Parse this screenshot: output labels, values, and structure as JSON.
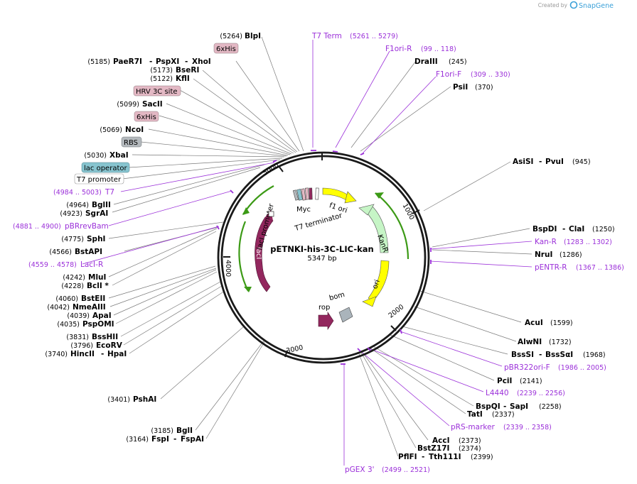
{
  "credit": {
    "created_by": "Created by",
    "brand": "SnapGene"
  },
  "map": {
    "name": "pETNKI-his-3C-LIC-kan",
    "size": "5347 bp",
    "ticks": [
      "1000",
      "2000",
      "3000",
      "4000",
      "5000"
    ]
  },
  "features": {
    "lacI": "lacI",
    "lacI_promoter": "lacI promoter",
    "kanR": "KanR",
    "ori": "ori",
    "rop": "rop",
    "bom": "bom",
    "f1_ori": "f1 ori",
    "myc": "Myc",
    "t7_terminator": "T7 terminator"
  },
  "boxed": {
    "his6_top": "6xHis",
    "hrv3c": "HRV 3C site",
    "his6_mid": "6xHis",
    "rbs": "RBS",
    "lac_operator": "lac operator",
    "t7_promoter": "T7 promoter"
  },
  "sites": {
    "blpi": {
      "pos": "(5264)",
      "name": "BlpI"
    },
    "paer7i": {
      "pos": "(5185)",
      "name": "PaeR7I",
      "dash": "-",
      "name2": "PspXI",
      "name3": "XhoI"
    },
    "bseri": {
      "pos": "(5173)",
      "name": "BseRI"
    },
    "kfli": {
      "pos": "(5122)",
      "name": "KflI"
    },
    "sacii": {
      "pos": "(5099)",
      "name": "SacII"
    },
    "ncoi": {
      "pos": "(5069)",
      "name": "NcoI"
    },
    "xbai": {
      "pos": "(5030)",
      "name": "XbaI"
    },
    "bglii": {
      "pos": "(4964)",
      "name": "BglII"
    },
    "sgrai": {
      "pos": "(4923)",
      "name": "SgrAI"
    },
    "sphi": {
      "pos": "(4775)",
      "name": "SphI"
    },
    "bstapi": {
      "pos": "(4566)",
      "name": "BstAPI"
    },
    "mlui": {
      "pos": "(4242)",
      "name": "MluI"
    },
    "bcli": {
      "pos": "(4228)",
      "name": "BclI *"
    },
    "bsteii": {
      "pos": "(4060)",
      "name": "BstEII"
    },
    "nmeaiii": {
      "pos": "(4042)",
      "name": "NmeAIII"
    },
    "apai": {
      "pos": "(4039)",
      "name": "ApaI"
    },
    "pspomi": {
      "pos": "(4035)",
      "name": "PspOMI"
    },
    "bsshii": {
      "pos": "(3831)",
      "name": "BssHII"
    },
    "ecorv": {
      "pos": "(3796)",
      "name": "EcoRV"
    },
    "hincii": {
      "pos": "(3740)",
      "name": "HincII",
      "dash": "-",
      "name2": "HpaI"
    },
    "pshai": {
      "pos": "(3401)",
      "name": "PshAI"
    },
    "bgli": {
      "pos": "(3185)",
      "name": "BglI"
    },
    "fspi": {
      "pos": "(3164)",
      "name": "FspI",
      "dash": "-",
      "name2": "FspAI"
    },
    "draiii": {
      "pos": "(245)",
      "name": "DraIII"
    },
    "psii": {
      "pos": "(370)",
      "name": "PsiI"
    },
    "asisi": {
      "pos": "(945)",
      "name": "AsiSI",
      "dash": "-",
      "name2": "PvuI"
    },
    "bspdi": {
      "pos": "(1250)",
      "name": "BspDI",
      "dash": "-",
      "name2": "ClaI"
    },
    "nrui": {
      "pos": "(1286)",
      "name": "NruI"
    },
    "acui": {
      "pos": "(1599)",
      "name": "AcuI"
    },
    "alwni": {
      "pos": "(1732)",
      "name": "AlwNI"
    },
    "bsssi": {
      "pos": "(1968)",
      "name": "BssSI",
      "dash": "-",
      "name2": "BssSαI"
    },
    "pcii": {
      "pos": "(2141)",
      "name": "PciI"
    },
    "bspqi": {
      "pos": "(2258)",
      "name": "BspQI",
      "dash": "-",
      "name2": "SapI"
    },
    "tati": {
      "pos": "(2337)",
      "name": "TatI"
    },
    "acci": {
      "pos": "(2373)",
      "name": "AccI"
    },
    "bstz17i": {
      "pos": "(2374)",
      "name": "BstZ17I"
    },
    "pflfi": {
      "pos": "(2399)",
      "name": "PflFI",
      "dash": "-",
      "name2": "Tth111I"
    }
  },
  "primers": {
    "t7term": {
      "name": "T7 Term",
      "range": "(5261 .. 5279)"
    },
    "f1orir": {
      "name": "F1ori-R",
      "range": "(99 .. 118)"
    },
    "f1orif": {
      "name": "F1ori-F",
      "range": "(309 .. 330)"
    },
    "t7": {
      "name": "T7",
      "range": "(4984 .. 5003)"
    },
    "pbrrev": {
      "name": "pBRrevBam",
      "range": "(4881 .. 4900)"
    },
    "laciR": {
      "name": "LacI-R",
      "range": "(4559 .. 4578)"
    },
    "kanr": {
      "name": "Kan-R",
      "range": "(1283 .. 1302)"
    },
    "pentr": {
      "name": "pENTR-R",
      "range": "(1367 .. 1386)"
    },
    "pbr322": {
      "name": "pBR322ori-F",
      "range": "(1986 .. 2005)"
    },
    "l4440": {
      "name": "L4440",
      "range": "(2239 .. 2256)"
    },
    "prs": {
      "name": "pRS-marker",
      "range": "(2339 .. 2358)"
    },
    "pgex3": {
      "name": "pGEX 3'",
      "range": "(2499 .. 2521)"
    }
  },
  "colors": {
    "primer": "#9b30d9",
    "lacI": "#93275e",
    "kanR": "#c6f5c6",
    "ori": "#ffff00",
    "promoter_arrow": "#3c9a16",
    "his_box": "#e3b8c4",
    "rbs_box": "#b4b9bd",
    "lac_op_box": "#87c4cf"
  }
}
